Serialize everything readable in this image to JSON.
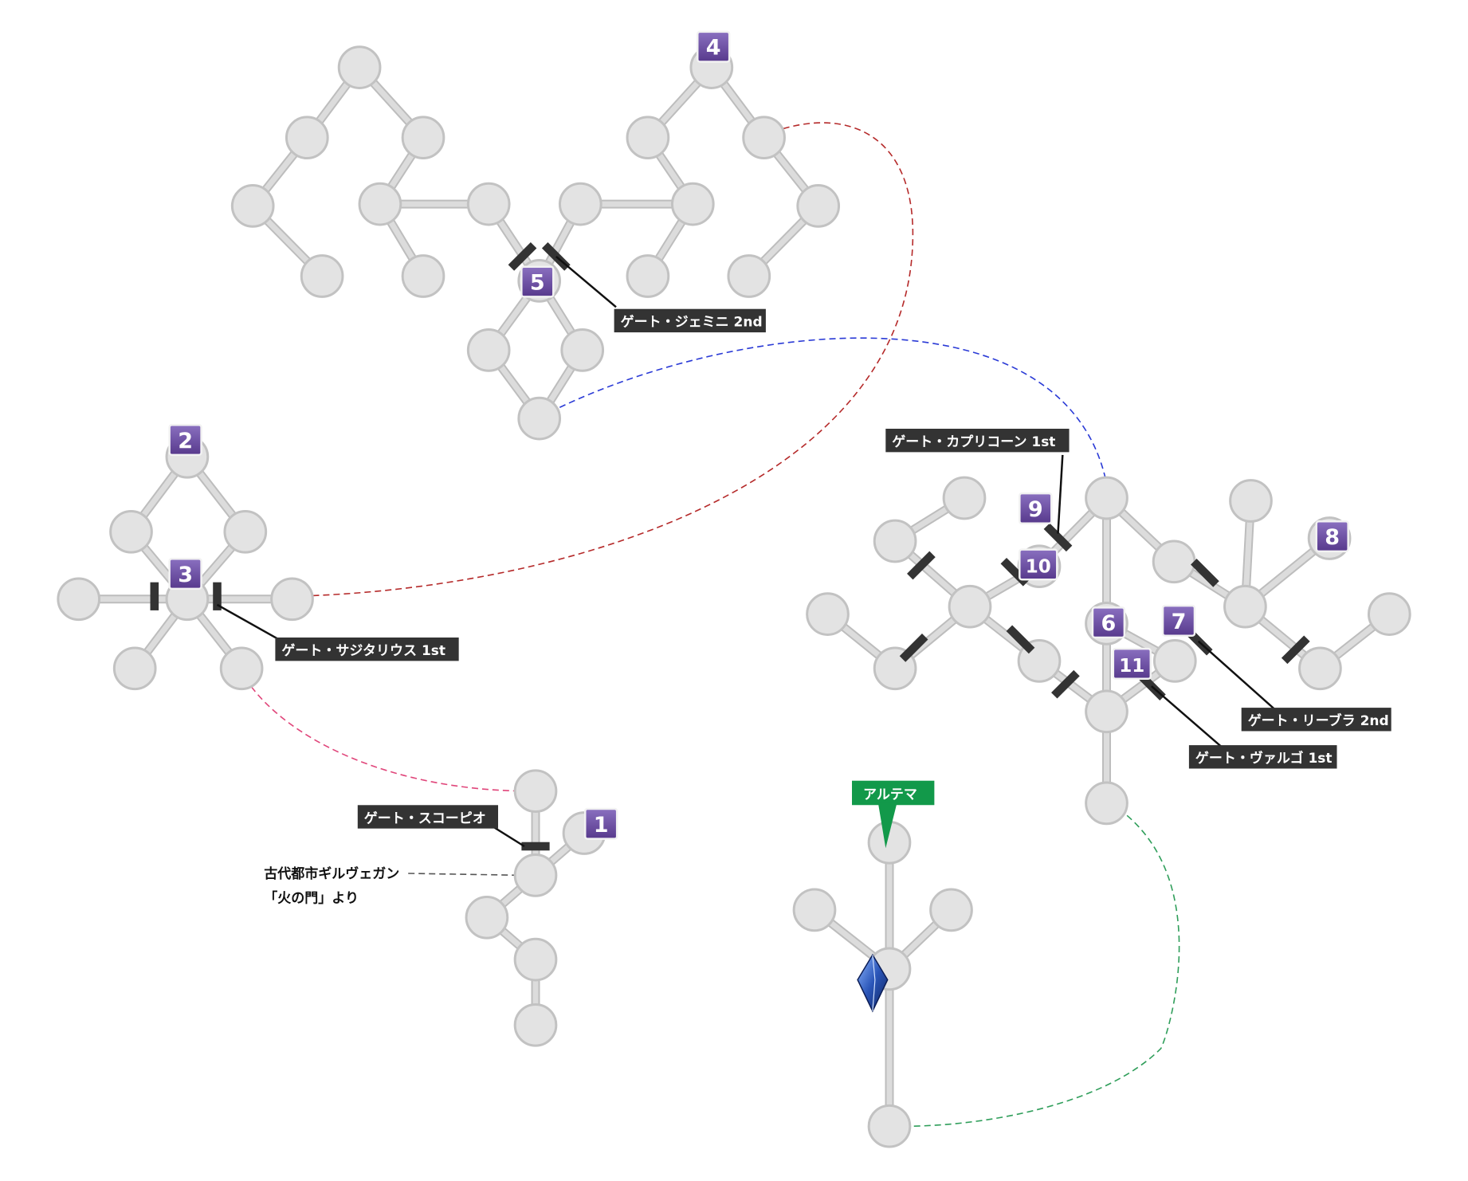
{
  "colors": {
    "node_fill": "#e3e3e3",
    "node_stroke": "#c2c2c2",
    "edge": "#cfcfcf",
    "gate_bar": "#333333",
    "label_bg": "#333333",
    "label_text": "#ffffff",
    "marker_bg": "#6a4e9e",
    "goal_bg": "#12994a",
    "red_link": "#b52a2a",
    "blue_link": "#2a3ad6",
    "pink_link": "#e0457a",
    "green_link": "#2f9e5a",
    "entry_link": "#555555",
    "crystal": "#2a55b8"
  },
  "labels": {
    "gemini": "ゲート・ジェミニ 2nd",
    "sagittarius": "ゲート・サジタリウス 1st",
    "capricorn": "ゲート・カプリコーン 1st",
    "libra": "ゲート・リーブラ 2nd",
    "virgo": "ゲート・ヴァルゴ 1st",
    "scorpio": "ゲート・スコーピオ",
    "ultima": "アルテマ"
  },
  "entry": {
    "line1": "古代都市ギルヴェガン",
    "line2": "「火の門」より"
  },
  "markers": {
    "m1": "1",
    "m2": "2",
    "m3": "3",
    "m4": "4",
    "m5": "5",
    "m6": "6",
    "m7": "7",
    "m8": "8",
    "m9": "9",
    "m10": "10",
    "m11": "11"
  },
  "icons": {
    "save_crystal": "save-crystal-icon"
  }
}
